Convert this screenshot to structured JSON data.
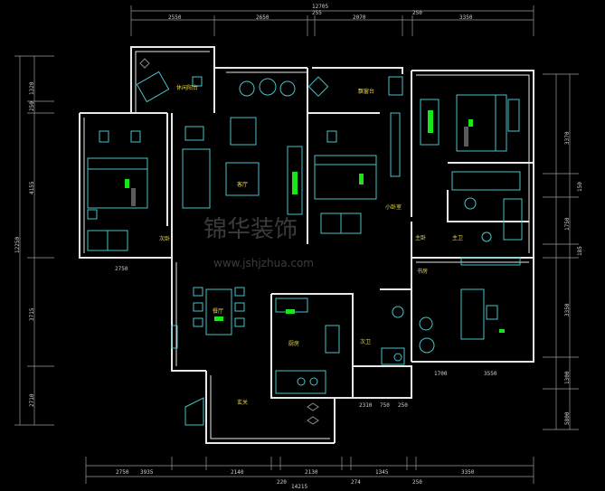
{
  "dimensions": {
    "top_total": "12705",
    "top": [
      "2550",
      "2650",
      "255",
      "2070",
      "250",
      "3350"
    ],
    "bottom": [
      "2750",
      "3935",
      "2140",
      "220",
      "2130",
      "274",
      "1345",
      "250",
      "3350"
    ],
    "bottom_total": "14215",
    "left": [
      "1320",
      "250",
      "4155",
      "12250",
      "3715",
      "2710"
    ],
    "right": [
      "3370",
      "150",
      "1750",
      "185",
      "3350",
      "1300",
      "5800"
    ],
    "inner": [
      "2750",
      "1700",
      "3550",
      "2310",
      "750",
      "250"
    ]
  },
  "rooms": [
    {
      "id": "balcony-top",
      "label": "休闲阳台"
    },
    {
      "id": "bedroom-left",
      "label": "次卧"
    },
    {
      "id": "living",
      "label": "客厅"
    },
    {
      "id": "bedroom-mid",
      "label": "小卧室"
    },
    {
      "id": "bay",
      "label": "飘窗台"
    },
    {
      "id": "master",
      "label": "主卧"
    },
    {
      "id": "master-bath",
      "label": "主卫"
    },
    {
      "id": "study",
      "label": "书房"
    },
    {
      "id": "dining",
      "label": "餐厅"
    },
    {
      "id": "kitchen",
      "label": "厨房"
    },
    {
      "id": "bath",
      "label": "次卫"
    },
    {
      "id": "entry",
      "label": "玄关"
    }
  ],
  "watermark": {
    "brand": "锦华装饰",
    "url": "www.jshjzhua.com"
  }
}
